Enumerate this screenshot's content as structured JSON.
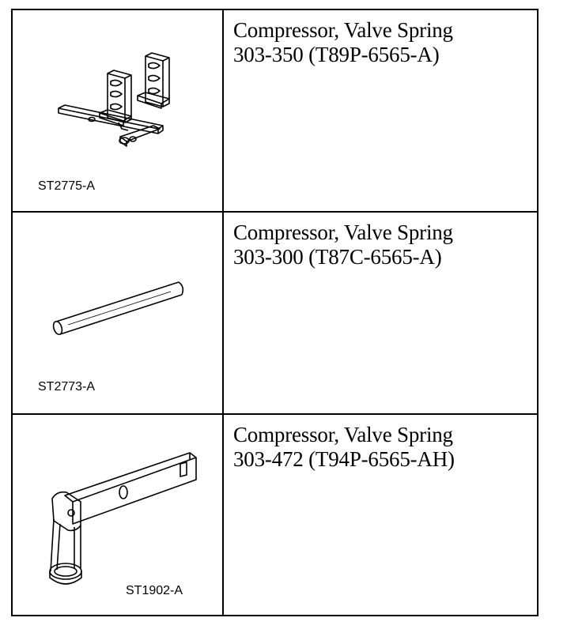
{
  "tools": [
    {
      "image_code": "ST2775-A",
      "name": "Compressor, Valve Spring",
      "number": "303-350 (T89P-6565-A)"
    },
    {
      "image_code": "ST2773-A",
      "name": "Compressor, Valve Spring",
      "number": "303-300 (T87C-6565-A)"
    },
    {
      "image_code": "ST1902-A",
      "name": "Compressor, Valve Spring",
      "number": "303-472 (T94P-6565-AH)"
    }
  ],
  "colors": {
    "line": "#000000",
    "background": "#ffffff"
  }
}
